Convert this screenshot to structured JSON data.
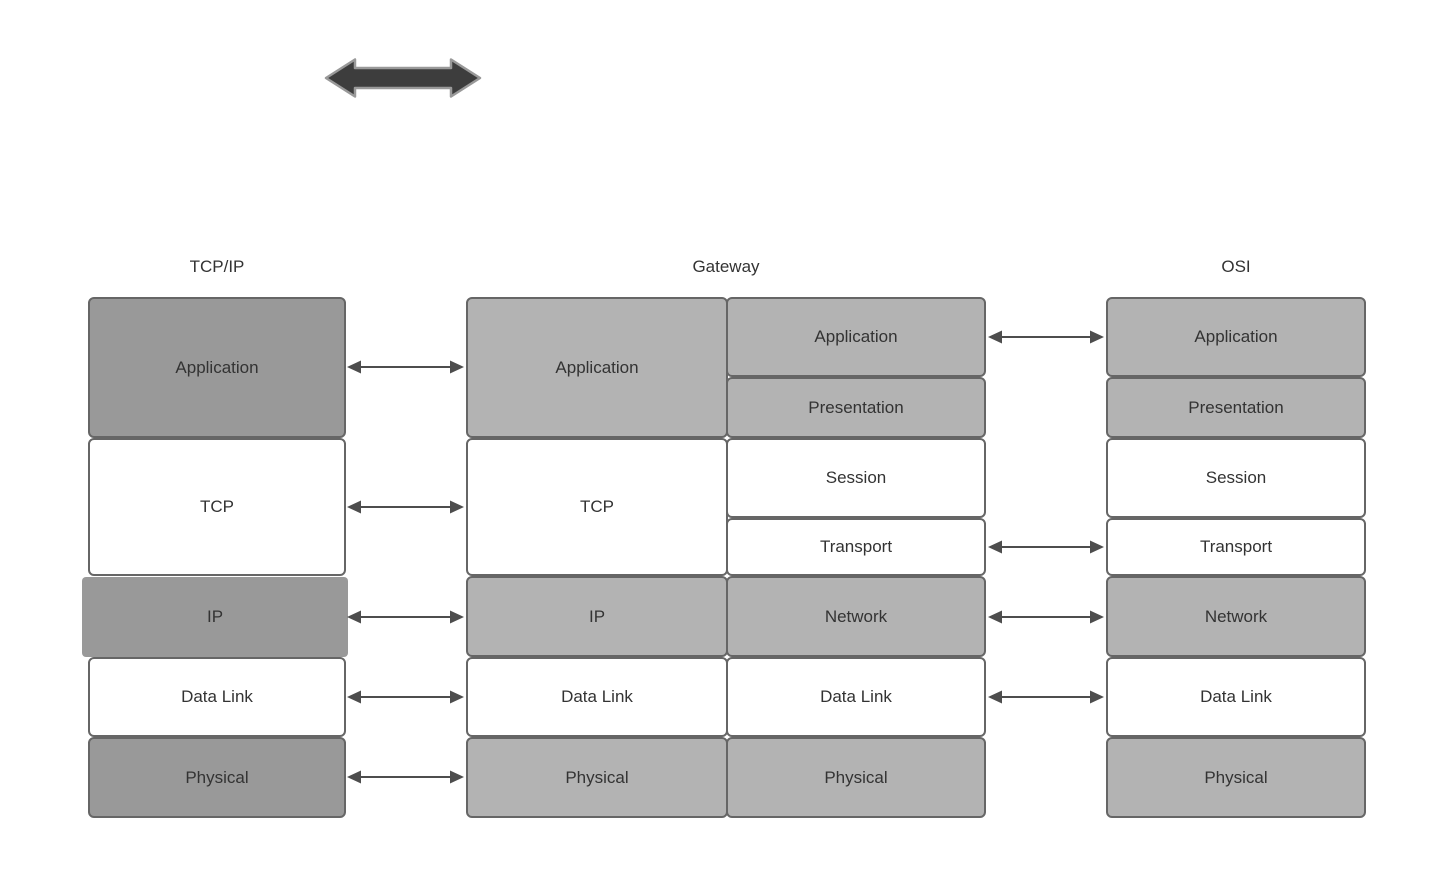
{
  "diagram": {
    "tcpip": {
      "title": "TCP/IP",
      "layers": [
        "Application",
        "TCP",
        "IP",
        "Data Link",
        "Physical"
      ]
    },
    "gateway": {
      "title": "Gateway",
      "left_layers": [
        "Application",
        "TCP",
        "IP",
        "Data Link",
        "Physical"
      ],
      "right_layers": [
        "Application",
        "Presentation",
        "Session",
        "Transport",
        "Network",
        "Data Link",
        "Physical"
      ]
    },
    "osi": {
      "title": "OSI",
      "layers": [
        "Application",
        "Presentation",
        "Session",
        "Transport",
        "Network",
        "Data Link",
        "Physical"
      ]
    },
    "connectors": {
      "left_levels": [
        "Application",
        "TCP",
        "IP",
        "Data Link",
        "Physical"
      ],
      "right_levels": [
        "Application",
        "Transport",
        "Network",
        "Data Link"
      ]
    },
    "colors": {
      "dark_gray_fill": "#999999",
      "light_gray_fill": "#b3b3b3",
      "white_fill": "#ffffff",
      "box_border": "#666666",
      "text": "#333333",
      "connector": "#4d4d4d",
      "top_arrow_fill": "#3d3d3d",
      "top_arrow_outline": "#999999",
      "background": "#ffffff"
    }
  }
}
